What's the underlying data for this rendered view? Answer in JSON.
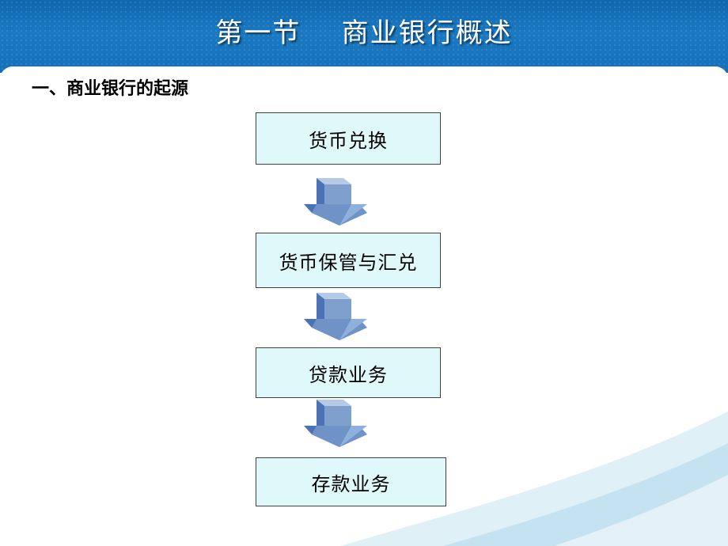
{
  "title": "第一节    商业银行概述",
  "subtitle": "一、商业银行的起源",
  "flow": {
    "steps": [
      "货币兑换",
      "货币保管与汇兑",
      "贷款业务",
      "存款业务"
    ]
  },
  "colors": {
    "header": "#1570b8",
    "box_fill": "#dff8fa",
    "arrow_front": "#7fa0cd",
    "arrow_side": "#4a72b5",
    "arrow_top": "#b4cae6"
  },
  "icons": {
    "arrow": "down-arrow-3d-icon"
  }
}
